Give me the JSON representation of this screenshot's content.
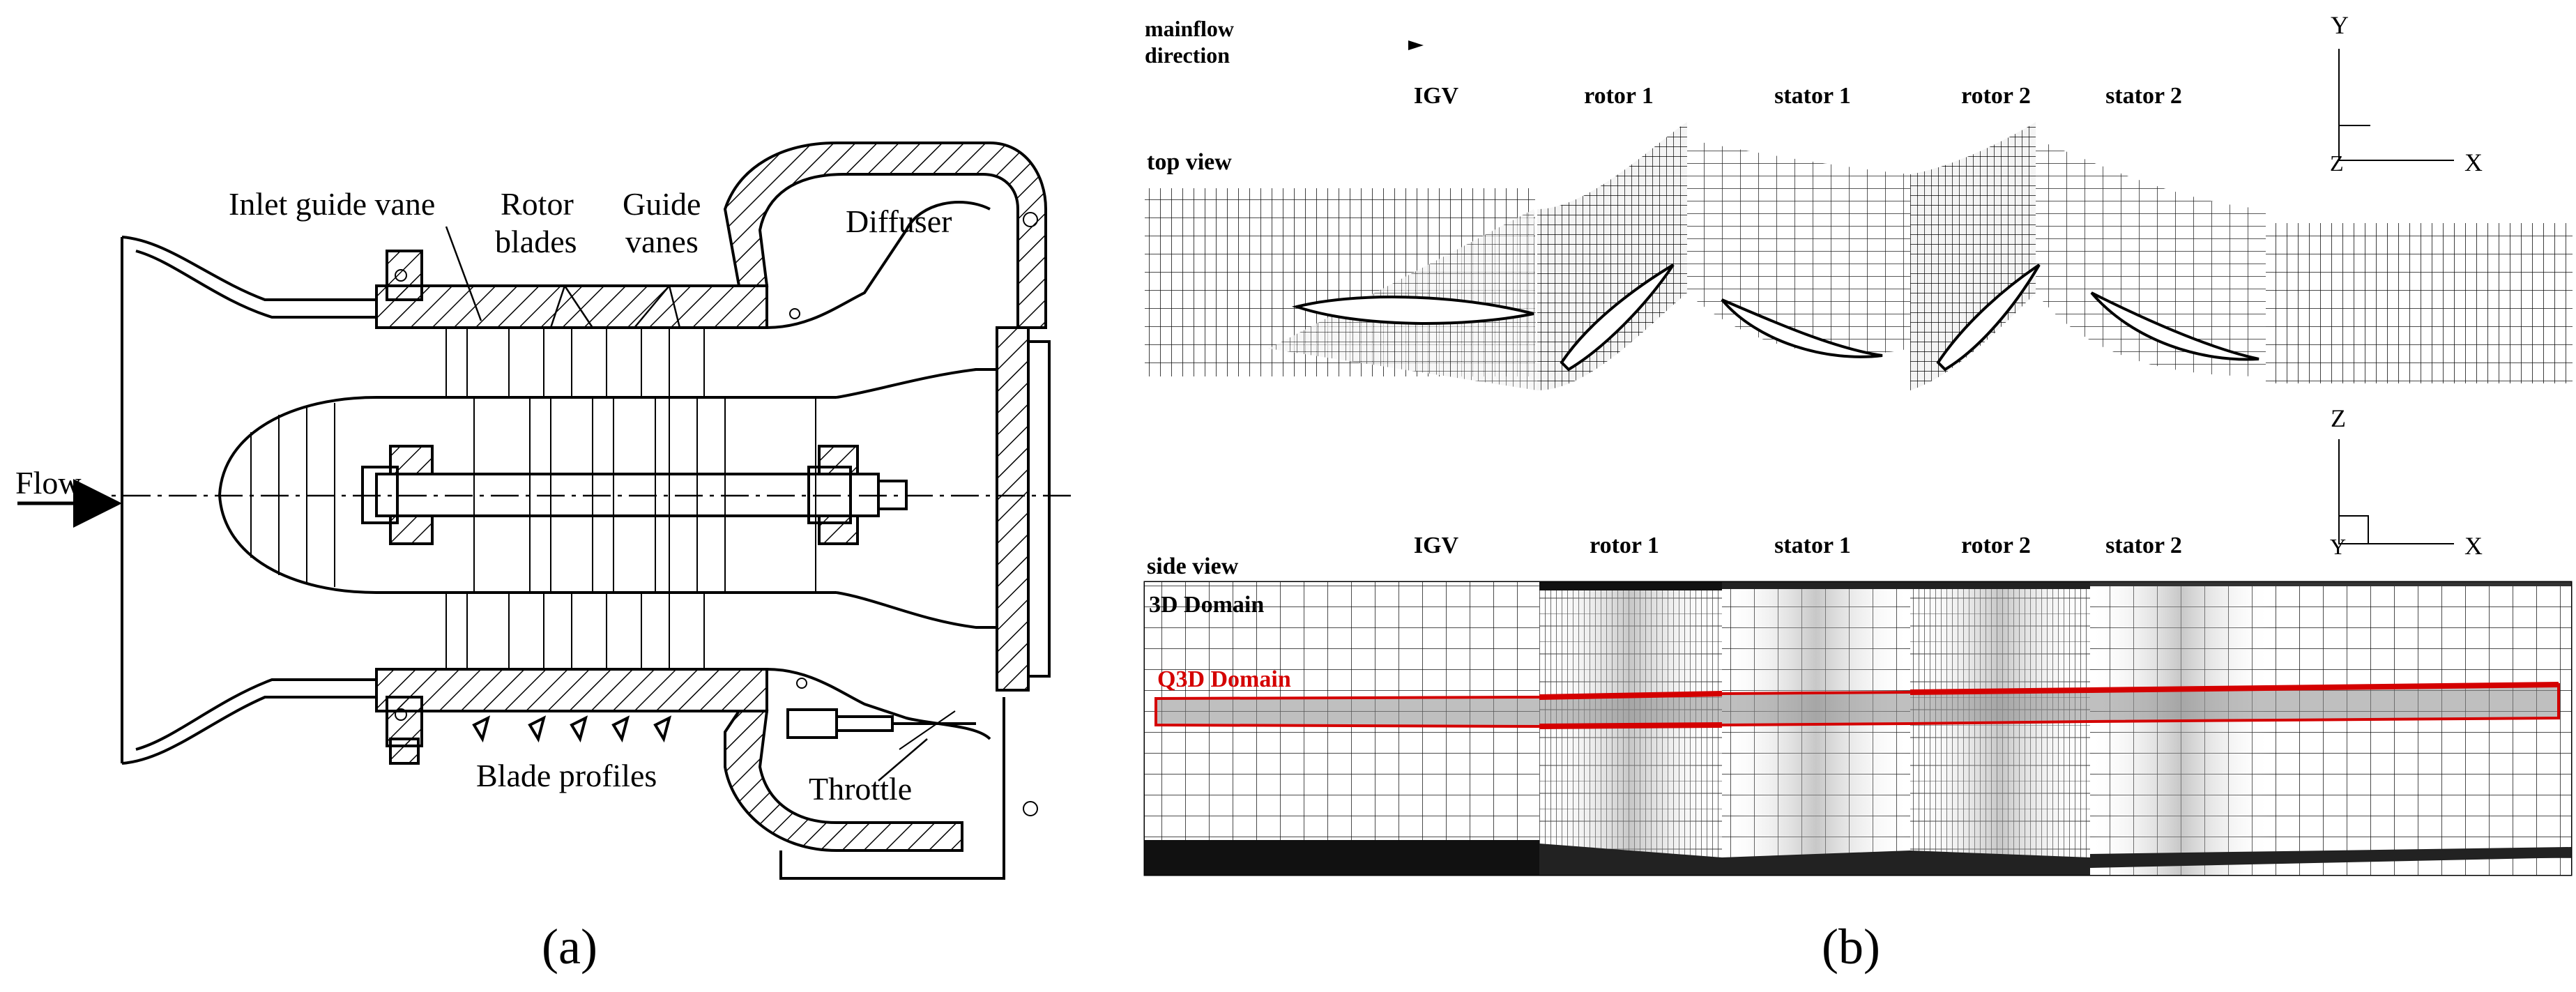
{
  "panel_a": {
    "label": "(a)",
    "flow": "Flow",
    "inlet_guide_vane": "Inlet guide vane",
    "rotor_blades_1": "Rotor",
    "rotor_blades_2": "blades",
    "guide_vanes_1": "Guide",
    "guide_vanes_2": "vanes",
    "diffuser": "Diffuser",
    "blade_profiles": "Blade profiles",
    "throttle": "Throttle"
  },
  "panel_b": {
    "label": "(b)",
    "mainflow_1": "mainflow",
    "mainflow_2": "direction",
    "top_view": "top view",
    "side_view": "side view",
    "stages": [
      "IGV",
      "rotor 1",
      "stator 1",
      "rotor 2",
      "stator 2"
    ],
    "domain_3d": "3D Domain",
    "domain_q3d": "Q3D Domain",
    "axes_top": {
      "y": "Y",
      "x": "X",
      "z": "Z"
    },
    "axes_side": {
      "z": "Z",
      "x": "X",
      "y": "Y"
    },
    "highlight_color": "#d40000"
  }
}
